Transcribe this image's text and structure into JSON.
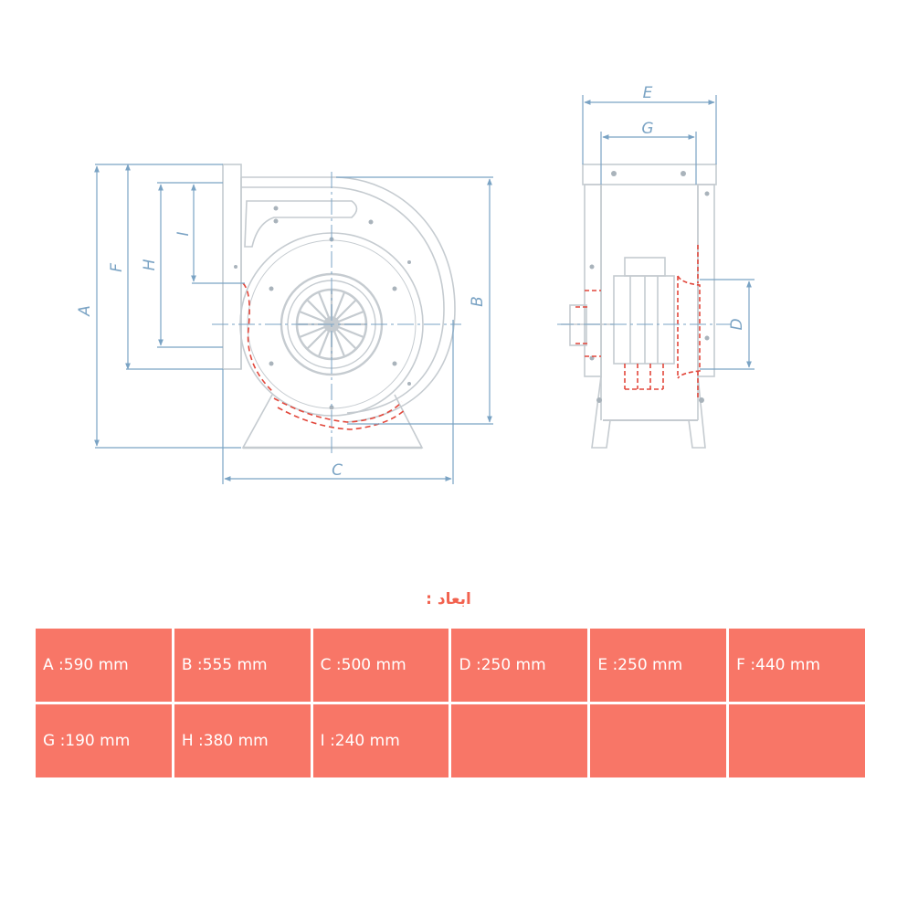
{
  "colors": {
    "line": "#c5cbd0",
    "dim": "#7aa3c4",
    "red": "#e2473b",
    "cell": "#f87667",
    "cell_text": "#ffffff",
    "heading": "#f2624f"
  },
  "drawing": {
    "labels": {
      "A": "A",
      "B": "B",
      "C": "C",
      "D": "D",
      "E": "E",
      "F": "F",
      "G": "G",
      "H": "H",
      "I": "I"
    }
  },
  "heading": "ابعاد :",
  "table": {
    "rows": [
      [
        "A :590 mm",
        "B :555 mm",
        "C :500 mm",
        "D :250 mm",
        "E :250 mm",
        "F :440 mm"
      ],
      [
        "G :190 mm",
        "H :380 mm",
        "I :240 mm",
        "",
        "",
        ""
      ]
    ]
  }
}
